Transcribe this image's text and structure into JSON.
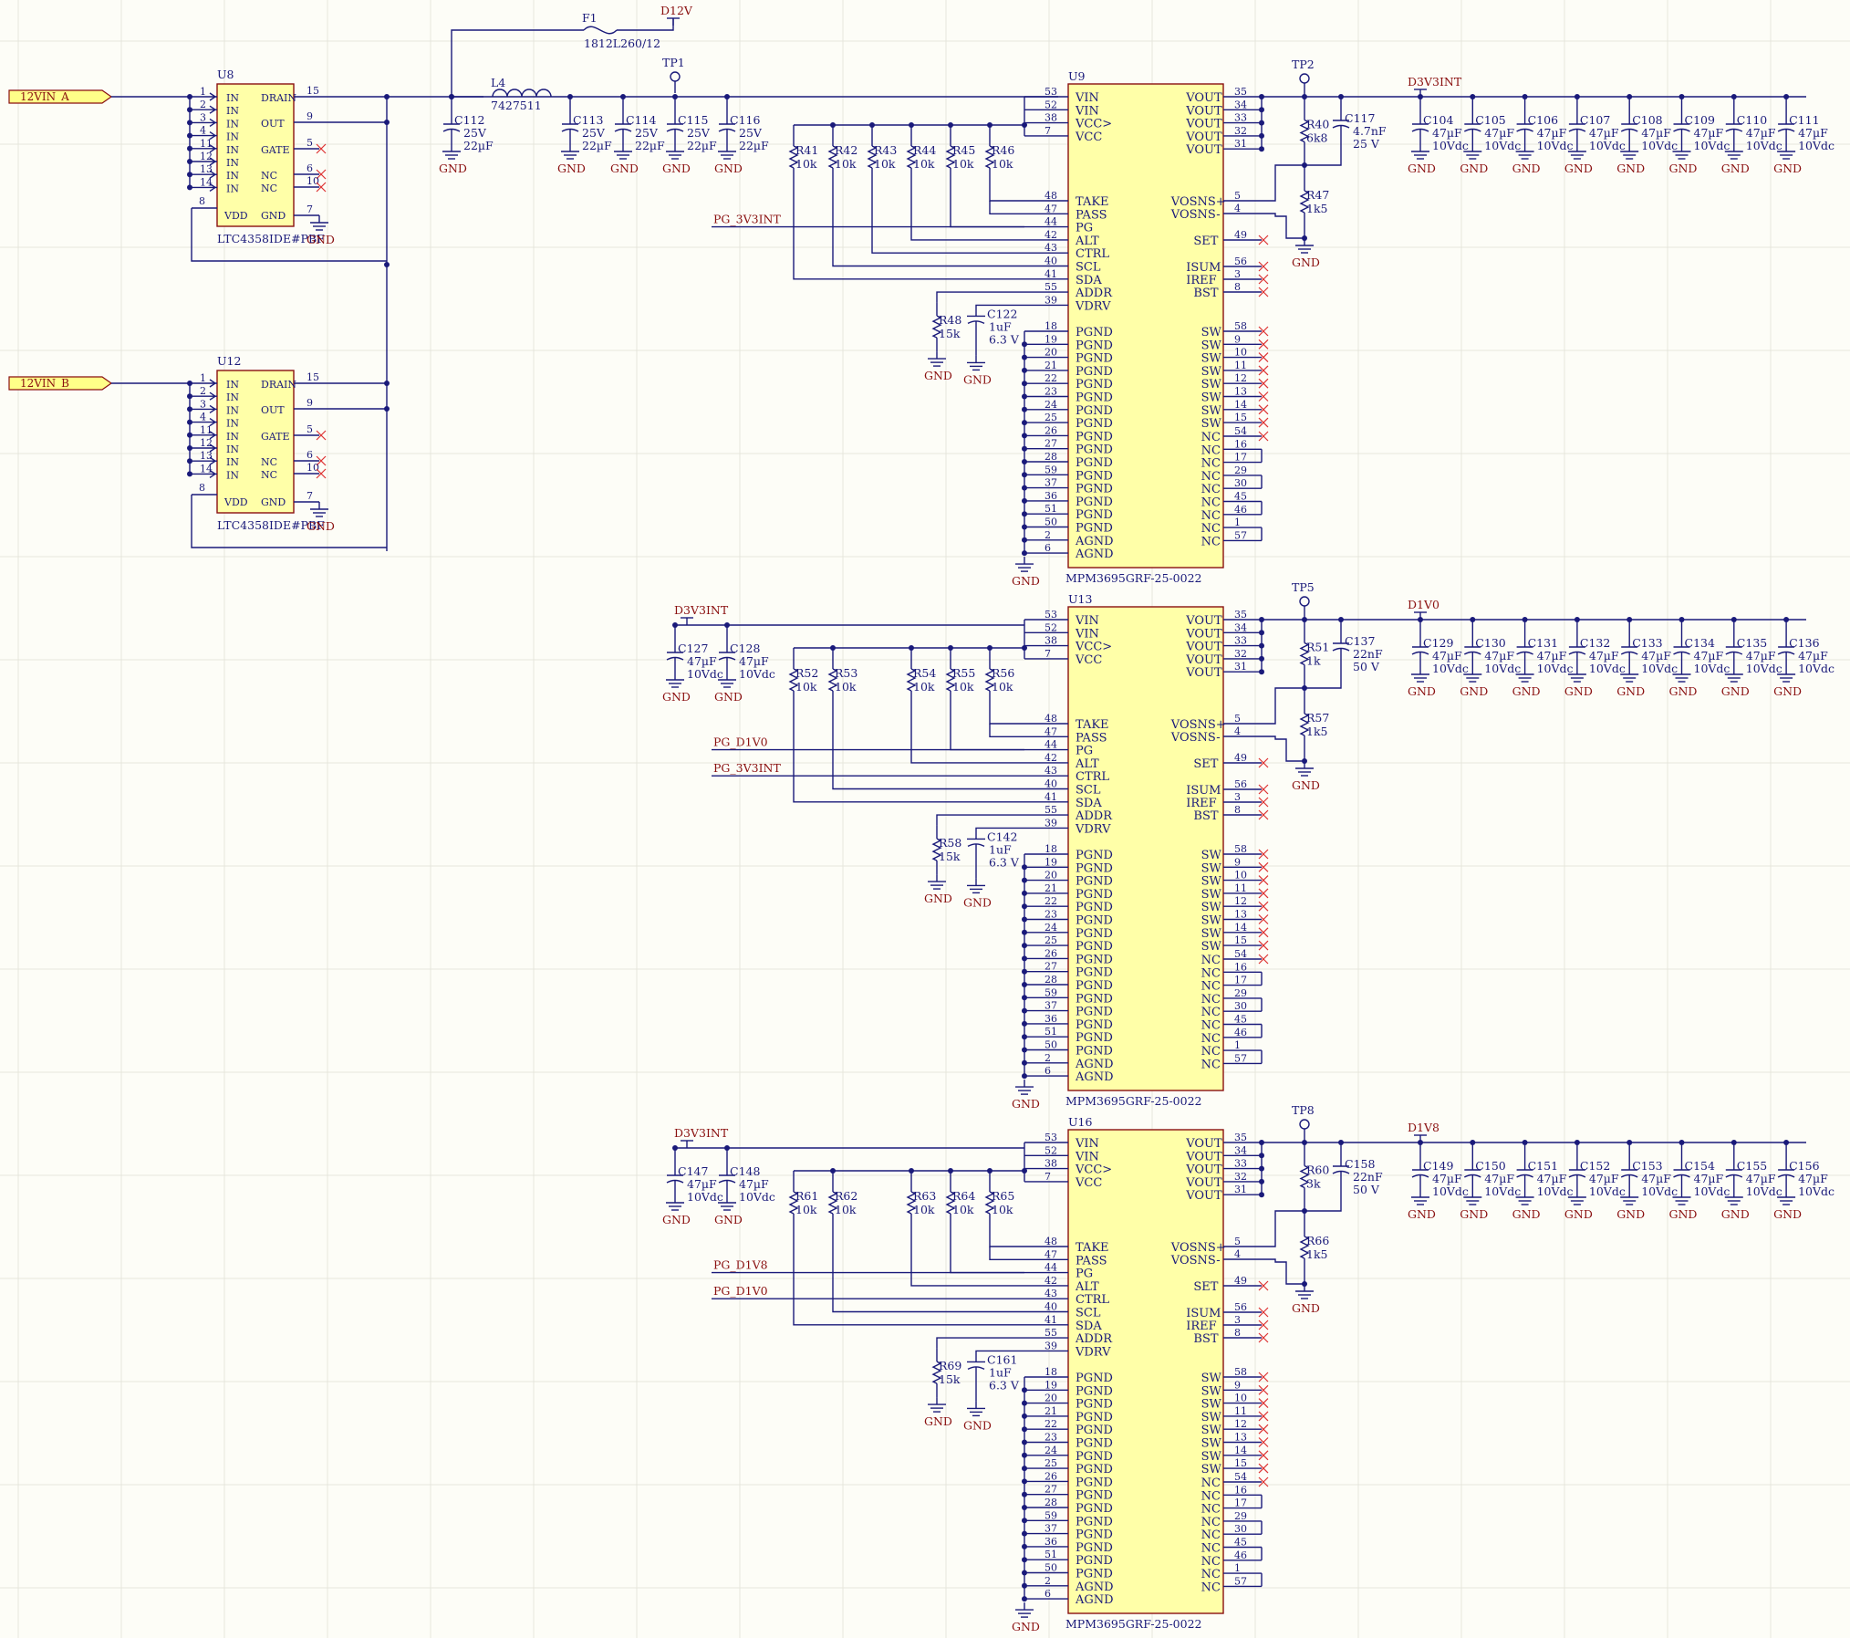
{
  "ports": [
    "12VIN_A",
    "12VIN_B"
  ],
  "power_nets": [
    "D12V",
    "D3V3INT",
    "D1V0",
    "D1V8"
  ],
  "gnd_label": "GND",
  "ideal_diodes": [
    {
      "ref": "U8",
      "part": "LTC4358IDE#PBF",
      "port": "12VIN_A"
    },
    {
      "ref": "U12",
      "part": "LTC4358IDE#PBF",
      "port": "12VIN_B"
    }
  ],
  "diode_pins_left": [
    [
      "1",
      "IN"
    ],
    [
      "2",
      "IN"
    ],
    [
      "3",
      "IN"
    ],
    [
      "4",
      "IN"
    ],
    [
      "11",
      "IN"
    ],
    [
      "12",
      "IN"
    ],
    [
      "13",
      "IN"
    ],
    [
      "14",
      "IN"
    ]
  ],
  "diode_pins_right": [
    [
      "15",
      "DRAIN"
    ],
    [
      "9",
      "OUT"
    ],
    [
      "5",
      "GATE"
    ],
    [
      "6",
      "NC"
    ],
    [
      "10",
      "NC"
    ]
  ],
  "diode_bottom": {
    "vdd_pin": "8",
    "vdd": "VDD",
    "gnd": "GND",
    "gnd_pin": "7"
  },
  "fuse": {
    "ref": "F1",
    "value": "1812L260/12"
  },
  "inductor": {
    "ref": "L4",
    "value": "7427511"
  },
  "testpoints": [
    "TP1",
    "TP2",
    "TP5",
    "TP8"
  ],
  "input_caps": [
    {
      "ref": "C112",
      "v1": "25V",
      "v2": "22µF"
    },
    {
      "ref": "C113",
      "v1": "25V",
      "v2": "22µF"
    },
    {
      "ref": "C114",
      "v1": "25V",
      "v2": "22µF"
    },
    {
      "ref": "C115",
      "v1": "25V",
      "v2": "22µF"
    },
    {
      "ref": "C116",
      "v1": "25V",
      "v2": "22µF"
    }
  ],
  "regulators": [
    {
      "ref": "U9",
      "part": "MPM3695GRF-25-0022",
      "out_net": "D3V3INT",
      "tp": "TP2",
      "pullups": [
        "R41",
        "R42",
        "R43",
        "R44",
        "R45",
        "R46"
      ],
      "pullup_val": "10k",
      "vin_caps": [],
      "pg_nets": [
        "PG_3V3INT"
      ],
      "r_addr": {
        "ref": "R48",
        "val": "15k"
      },
      "c_vdrv": {
        "ref": "C122",
        "v1": "1uF",
        "v2": "6.3 V"
      },
      "r_top": {
        "ref": "R40",
        "val": "6k8"
      },
      "r_bot": {
        "ref": "R47",
        "val": "1k5"
      },
      "c_ff": {
        "ref": "C117",
        "v1": "4.7nF",
        "v2": "25 V"
      },
      "out_caps": [
        "C104",
        "C105",
        "C106",
        "C107",
        "C108",
        "C109",
        "C110",
        "C111"
      ]
    },
    {
      "ref": "U13",
      "part": "MPM3695GRF-25-0022",
      "out_net": "D1V0",
      "tp": "TP5",
      "pullups": [
        "R52",
        "R53",
        "R54",
        "R55",
        "R56"
      ],
      "pullup_val": "10k",
      "vin_caps": [
        "C127",
        "C128"
      ],
      "pg_nets": [
        "PG_D1V0",
        "PG_3V3INT"
      ],
      "r_addr": {
        "ref": "R58",
        "val": "15k"
      },
      "c_vdrv": {
        "ref": "C142",
        "v1": "1uF",
        "v2": "6.3 V"
      },
      "r_top": {
        "ref": "R51",
        "val": "1k"
      },
      "r_bot": {
        "ref": "R57",
        "val": "1k5"
      },
      "c_ff": {
        "ref": "C137",
        "v1": "22nF",
        "v2": "50 V"
      },
      "out_caps": [
        "C129",
        "C130",
        "C131",
        "C132",
        "C133",
        "C134",
        "C135",
        "C136"
      ]
    },
    {
      "ref": "U16",
      "part": "MPM3695GRF-25-0022",
      "out_net": "D1V8",
      "tp": "TP8",
      "pullups": [
        "R61",
        "R62",
        "R63",
        "R64",
        "R65"
      ],
      "pullup_val": "10k",
      "vin_caps": [
        "C147",
        "C148"
      ],
      "pg_nets": [
        "PG_D1V8",
        "PG_D1V0"
      ],
      "r_addr": {
        "ref": "R69",
        "val": "15k"
      },
      "c_vdrv": {
        "ref": "C161",
        "v1": "1uF",
        "v2": "6.3 V"
      },
      "r_top": {
        "ref": "R60",
        "val": "3k"
      },
      "r_bot": {
        "ref": "R66",
        "val": "1k5"
      },
      "c_ff": {
        "ref": "C158",
        "v1": "22nF",
        "v2": "50 V"
      },
      "out_caps": [
        "C149",
        "C150",
        "C151",
        "C152",
        "C153",
        "C154",
        "C155",
        "C156"
      ]
    }
  ],
  "cap47": {
    "v1": "47µF",
    "v2": "10Vdc"
  },
  "reg_left_top": [
    [
      "53",
      "VIN"
    ],
    [
      "52",
      "VIN"
    ],
    [
      "38",
      "VCC>"
    ],
    [
      "7",
      "VCC"
    ]
  ],
  "reg_left_ctl": [
    [
      "48",
      "TAKE"
    ],
    [
      "47",
      "PASS"
    ],
    [
      "44",
      "PG"
    ],
    [
      "42",
      "ALT"
    ],
    [
      "43",
      "CTRL"
    ],
    [
      "40",
      "SCL"
    ],
    [
      "41",
      "SDA"
    ],
    [
      "55",
      "ADDR"
    ],
    [
      "39",
      "VDRV"
    ]
  ],
  "reg_left_gnd": [
    [
      "18",
      "PGND"
    ],
    [
      "19",
      "PGND"
    ],
    [
      "20",
      "PGND"
    ],
    [
      "21",
      "PGND"
    ],
    [
      "22",
      "PGND"
    ],
    [
      "23",
      "PGND"
    ],
    [
      "24",
      "PGND"
    ],
    [
      "25",
      "PGND"
    ],
    [
      "26",
      "PGND"
    ],
    [
      "27",
      "PGND"
    ],
    [
      "28",
      "PGND"
    ],
    [
      "59",
      "PGND"
    ],
    [
      "37",
      "PGND"
    ],
    [
      "36",
      "PGND"
    ],
    [
      "51",
      "PGND"
    ],
    [
      "50",
      "PGND"
    ],
    [
      "2",
      "AGND"
    ],
    [
      "6",
      "AGND"
    ]
  ],
  "reg_right_top": [
    [
      "35",
      "VOUT"
    ],
    [
      "34",
      "VOUT"
    ],
    [
      "33",
      "VOUT"
    ],
    [
      "32",
      "VOUT"
    ],
    [
      "31",
      "VOUT"
    ]
  ],
  "reg_right_ctl": [
    [
      "5",
      "VOSNS+"
    ],
    [
      "4",
      "VOSNS-"
    ],
    [
      "49",
      "SET"
    ],
    [
      "56",
      "ISUM"
    ],
    [
      "3",
      "IREF"
    ],
    [
      "8",
      "BST"
    ]
  ],
  "reg_right_sw": [
    [
      "58",
      "SW"
    ],
    [
      "9",
      "SW"
    ],
    [
      "10",
      "SW"
    ],
    [
      "11",
      "SW"
    ],
    [
      "12",
      "SW"
    ],
    [
      "13",
      "SW"
    ],
    [
      "14",
      "SW"
    ],
    [
      "15",
      "SW"
    ]
  ],
  "reg_right_nc": [
    [
      "54",
      "NC"
    ],
    [
      "16",
      "NC"
    ],
    [
      "17",
      "NC"
    ],
    [
      "29",
      "NC"
    ],
    [
      "30",
      "NC"
    ],
    [
      "45",
      "NC"
    ],
    [
      "46",
      "NC"
    ],
    [
      "1",
      "NC"
    ],
    [
      "57",
      "NC"
    ]
  ]
}
